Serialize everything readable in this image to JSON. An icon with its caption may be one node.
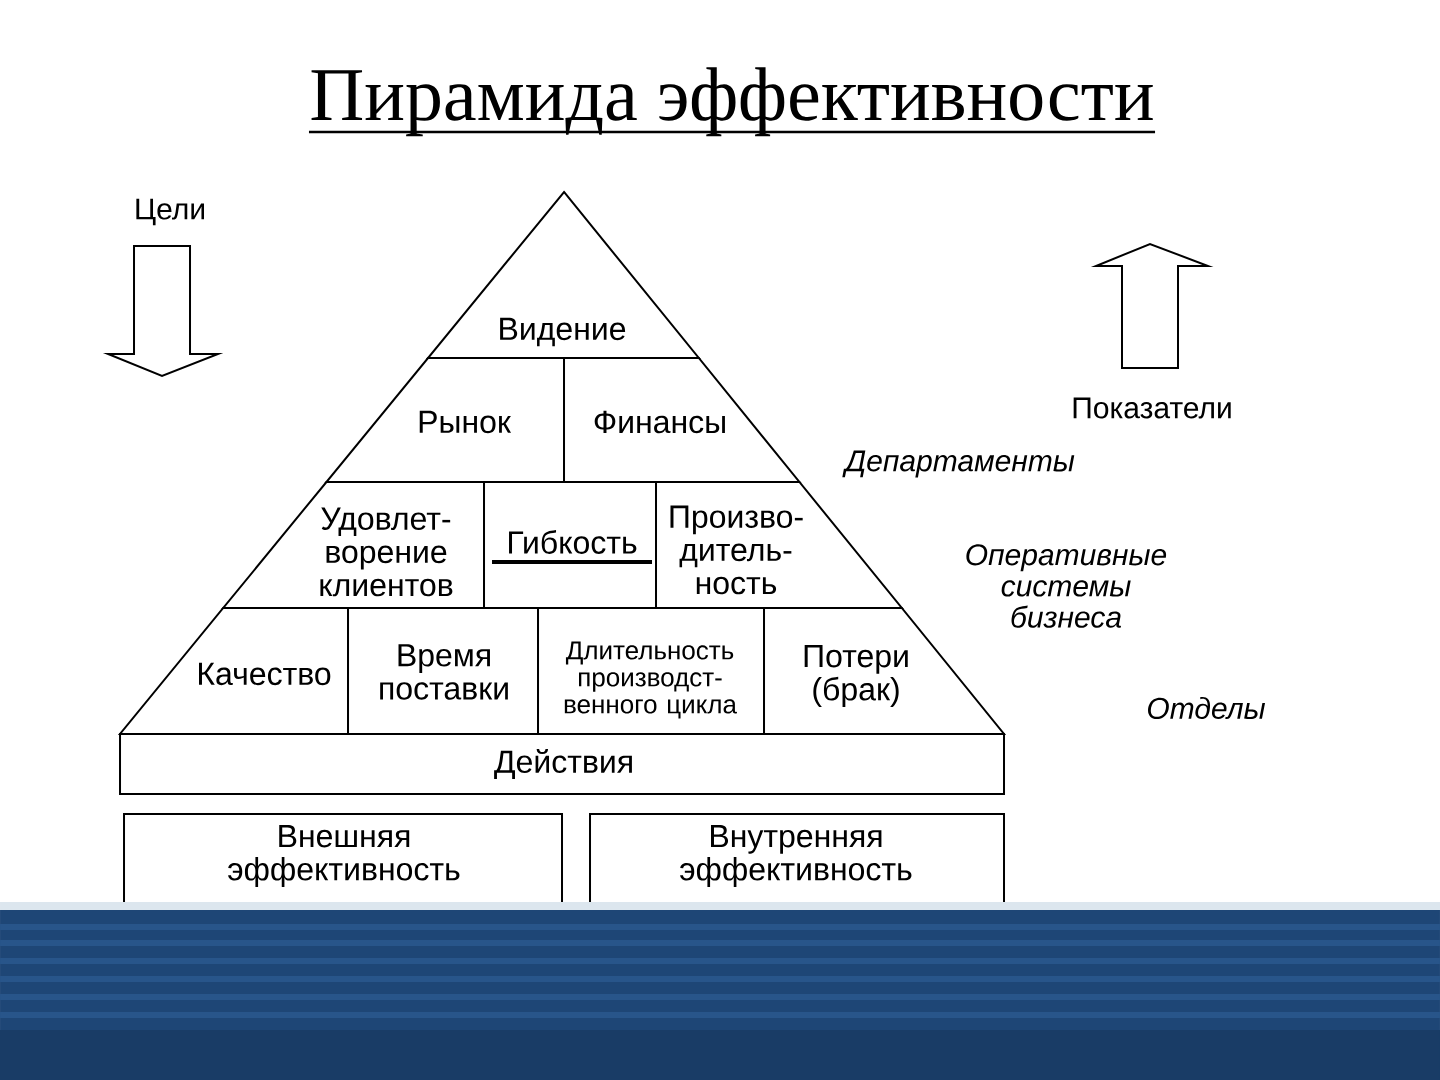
{
  "diagram": {
    "title": "Пирамида эффективности",
    "nodes": [
      {
        "text": [
          "Видение"
        ]
      },
      {
        "text": [
          "Рынок"
        ]
      },
      {
        "text": [
          "Финансы"
        ]
      },
      {
        "text": [
          "Удовлет- ворение клиентов"
        ]
      },
      {
        "text": [
          "Гибкость"
        ]
      },
      {
        "text": [
          "Произво- дитель- ность"
        ]
      },
      {
        "text": [
          "Качество"
        ]
      },
      {
        "text": [
          "Время поставки"
        ]
      },
      {
        "text": [
          "Длительность производст- венного цикла"
        ]
      },
      {
        "text": [
          "Потери (брак)"
        ]
      },
      {
        "text": [
          "Действия"
        ]
      },
      {
        "text": [
          "Внешняя эффективность"
        ]
      },
      {
        "text": [
          "Внутренняя эффективность"
        ]
      }
    ],
    "labels": [
      "Цели",
      "Показатели",
      "Департаменты",
      "Оперативные системы бизнеса",
      "Отделы"
    ]
  }
}
